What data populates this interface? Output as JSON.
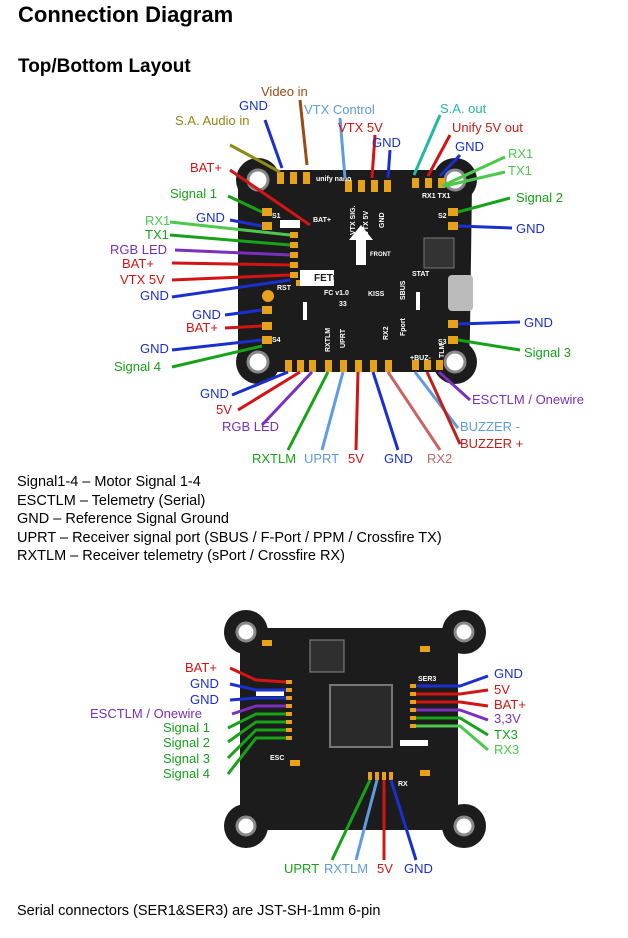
{
  "title": "Connection Diagram",
  "subtitle": "Top/Bottom Layout",
  "colors": {
    "blue": "#1a2fcf",
    "red": "#d21414",
    "green": "#17a317",
    "lightgreen": "#4cc94c",
    "purple": "#7a2fbf",
    "olive": "#8c8c14",
    "brown": "#9b4a14",
    "lightblue": "#5e9be0",
    "teal": "#21b9a0",
    "darkred": "#c0201a",
    "pink": "#c86464",
    "board": "#1c1c1c",
    "pad": "#e7a21a"
  },
  "top_board": {
    "silkscreen": {
      "brand": "FETtec",
      "model": "FC v1.0",
      "kiss": "KISS",
      "front": "FRONT",
      "unify": "unify nano",
      "vtx_sig": "VTX SIG.",
      "vtx_5v": "VTX 5V",
      "gnd": "GND",
      "bat": "BAT+",
      "rst": "RST",
      "sbus": "SBUS",
      "fport": "Fport",
      "s1": "S1",
      "s2": "S2",
      "s3": "S3",
      "s4": "S4",
      "rxtlm": "RXTLM",
      "uprt": "UPRT",
      "rx2": "RX2",
      "tlm": "TLM",
      "buz": "+BUZ-",
      "stat": "STAT",
      "rx1tx1": "RX1 TX1",
      "n33": "33"
    },
    "labels": {
      "video_in": "Video in",
      "gnd_top_left": "GND",
      "vtx_control": "VTX Control",
      "sa_audio_in": "S.A. Audio in",
      "sa_out": "S.A. out",
      "vtx_5v": "VTX 5V",
      "unify_5v_out": "Unify 5V out",
      "gnd_top_mid": "GND",
      "gnd_top_right": "GND",
      "rx1": "RX1",
      "tx1": "TX1",
      "bat_plus_top": "BAT+",
      "signal_1": "Signal 1",
      "signal_2": "Signal 2",
      "gnd_s1": "GND",
      "gnd_s2": "GND",
      "rx1_left": "RX1",
      "tx1_left": "TX1",
      "rgb_led_left": "RGB LED",
      "bat_plus_left": "BAT+",
      "vtx_5v_left": "VTX 5V",
      "gnd_left": "GND",
      "gnd_left2": "GND",
      "bat_plus_left2": "BAT+",
      "gnd_s4": "GND",
      "signal_4": "Signal 4",
      "gnd_s3": "GND",
      "signal_3": "Signal 3",
      "gnd_bottom_left": "GND",
      "fivev_bottom_left": "5V",
      "rgb_led_bottom": "RGB LED",
      "rxtlm": "RXTLM",
      "uprt": "UPRT",
      "fivev_bottom": "5V",
      "gnd_bottom": "GND",
      "rx2": "RX2",
      "buzzer_minus": "BUZZER -",
      "buzzer_plus": "BUZZER +",
      "esctlm_onewire": "ESCTLM / Onewire"
    }
  },
  "legend": [
    "Signal1-4 – Motor Signal 1-4",
    "ESCTLM – Telemetry (Serial)",
    "GND – Reference Signal Ground",
    "UPRT – Receiver signal port (SBUS / F-Port / PPM / Crossfire TX)",
    "RXTLM – Receiver telemetry (sPort / Crossfire RX)"
  ],
  "bottom_board": {
    "silkscreen": {
      "ser3": "SER3",
      "esc": "ESC",
      "rx": "RX"
    },
    "labels": {
      "bat_plus": "BAT+",
      "gnd1": "GND",
      "gnd2": "GND",
      "esctlm_onewire": "ESCTLM / Onewire",
      "signal_1": "Signal 1",
      "signal_2": "Signal 2",
      "signal_3": "Signal 3",
      "signal_4": "Signal 4",
      "gnd_r": "GND",
      "fivev_r": "5V",
      "bat_plus_r": "BAT+",
      "v33": "3,3V",
      "tx3": "TX3",
      "rx3": "RX3",
      "uprt": "UPRT",
      "rxtlm": "RXTLM",
      "fivev": "5V",
      "gnd_b": "GND"
    }
  },
  "footer": "Serial connectors (SER1&SER3) are JST-SH-1mm 6-pin"
}
